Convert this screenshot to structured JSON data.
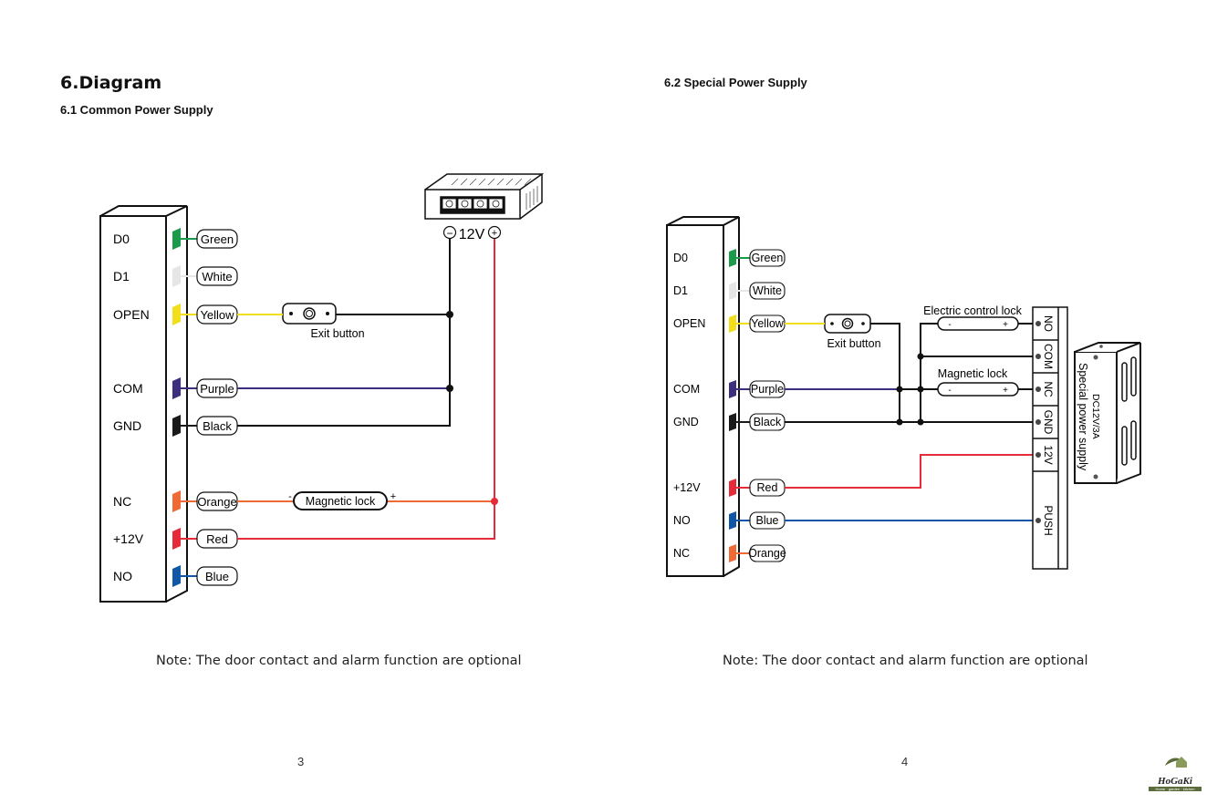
{
  "page": {
    "title": "6.Diagram",
    "left": {
      "section_title": "6.1  Common Power Supply",
      "note": "Note: The door contact and alarm function are optional",
      "page_number": "3",
      "terminals": [
        {
          "label": "D0",
          "wire": "Green",
          "color": "#1a9a4a"
        },
        {
          "label": "D1",
          "wire": "White",
          "color": "#e6e6e6"
        },
        {
          "label": "OPEN",
          "wire": "Yellow",
          "color": "#f2de1a"
        },
        {
          "label": "COM",
          "wire": "Purple",
          "color": "#3d2f7e"
        },
        {
          "label": "GND",
          "wire": "Black",
          "color": "#1a1a1a"
        },
        {
          "label": "NC",
          "wire": "Orange",
          "color": "#ef6a35"
        },
        {
          "label": "+12V",
          "wire": "Red",
          "color": "#e52b3a"
        },
        {
          "label": "NO",
          "wire": "Blue",
          "color": "#0f56a6"
        }
      ],
      "exit_button_label": "Exit button",
      "magnetic_lock_label": "Magnetic lock",
      "lock_minus": "-",
      "lock_plus": "+",
      "psu_voltage_label": "12V",
      "psu_minus": "−",
      "psu_plus": "+"
    },
    "right": {
      "section_title": "6.2 Special Power Supply",
      "note": "Note: The door contact and alarm function are optional",
      "page_number": "4",
      "terminals": [
        {
          "label": "D0",
          "wire": "Green",
          "color": "#1a9a4a"
        },
        {
          "label": "D1",
          "wire": "White",
          "color": "#e6e6e6"
        },
        {
          "label": "OPEN",
          "wire": "Yellow",
          "color": "#f2de1a"
        },
        {
          "label": "COM",
          "wire": "Purple",
          "color": "#3d2f7e"
        },
        {
          "label": "GND",
          "wire": "Black",
          "color": "#1a1a1a"
        },
        {
          "label": "+12V",
          "wire": "Red",
          "color": "#e52b3a"
        },
        {
          "label": "NO",
          "wire": "Blue",
          "color": "#0f56a6"
        },
        {
          "label": "NC",
          "wire": "Orange",
          "color": "#ef6a35"
        }
      ],
      "exit_button_label": "Exit button",
      "electric_lock_label": "Electric control lock",
      "magnetic_lock_label": "Magnetic lock",
      "lock_minus": "-",
      "lock_plus": "+",
      "psu_terminals": [
        "NO",
        "COM",
        "NC",
        "GND",
        "12V",
        "PUSH"
      ],
      "psu_rating": "DC12V/3A",
      "psu_name": "Special power supply"
    },
    "logo": {
      "name": "HoGaKi",
      "tagline": "Home · garden · kitchen"
    }
  }
}
